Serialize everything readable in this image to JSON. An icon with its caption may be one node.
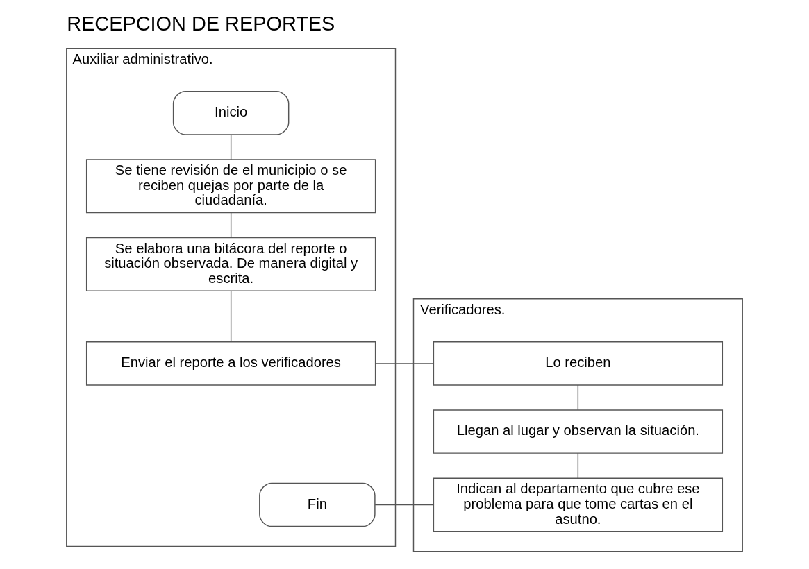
{
  "diagram": {
    "title": "RECEPCION DE REPORTES",
    "nodes": [
      {
        "text": [
          "Auxiliar administrativo."
        ]
      },
      {
        "text": [
          "Verificadores."
        ]
      },
      {
        "text": [
          "Inicio"
        ],
        "in": 0
      },
      {
        "text": [
          "Se tiene revisión de el municipio o se reciben quejas por parte de la ciudadanía."
        ],
        "in": 0
      },
      {
        "text": [
          "Se elabora una bitácora del reporte o situación observada. De manera digital y escrita."
        ],
        "in": 0
      },
      {
        "text": [
          "Enviar el reporte a los verificadores"
        ],
        "in": 0
      },
      {
        "text": [
          "Lo reciben"
        ],
        "in": 1
      },
      {
        "text": [
          "Llegan al lugar y observan la situación."
        ],
        "in": 1
      },
      {
        "text": [
          "Indican al departamento que cubre ese problema para que tome cartas en el asutno."
        ],
        "in": 1
      },
      {
        "text": [
          "Fin"
        ],
        "in": 0
      }
    ],
    "edges": [
      {
        "from": 2,
        "to": 3,
        "arrow": "none"
      },
      {
        "from": 3,
        "to": 4,
        "arrow": "none"
      },
      {
        "from": 4,
        "to": 5,
        "arrow": "none"
      },
      {
        "from": 5,
        "to": 6,
        "arrow": "none"
      },
      {
        "from": 6,
        "to": 7,
        "arrow": "none"
      },
      {
        "from": 7,
        "to": 8,
        "arrow": "none"
      },
      {
        "from": 8,
        "to": 9,
        "arrow": "none"
      }
    ]
  }
}
